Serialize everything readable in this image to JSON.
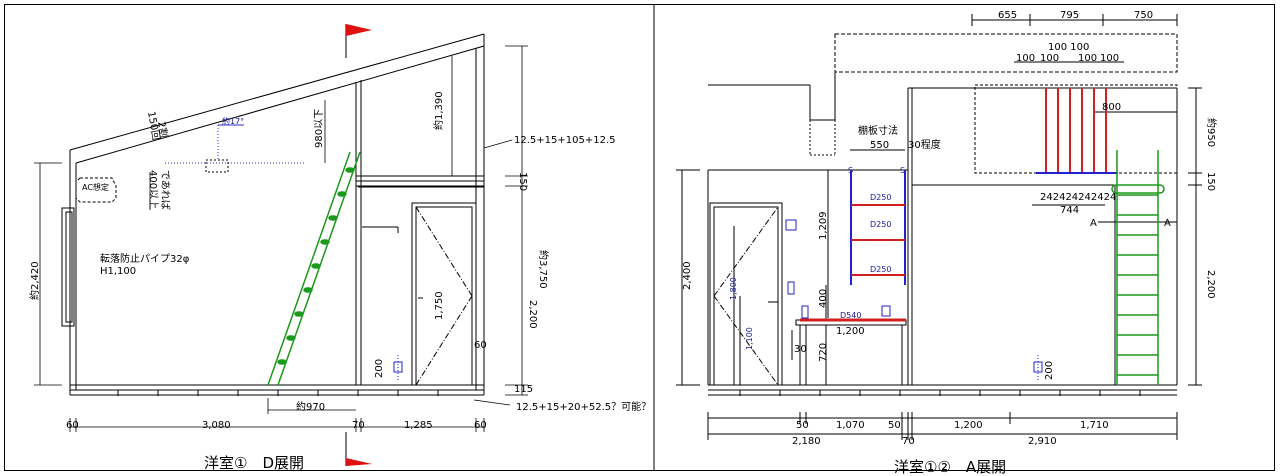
{
  "left_drawing": {
    "title": "洋室①　D展開",
    "dims": {
      "bottom_60a": "60",
      "bottom_3080": "3,080",
      "bottom_70": "70",
      "bottom_1285": "1,285",
      "bottom_60b": "60",
      "approx_970": "約970",
      "height_2420": "約2,420",
      "height_3750": "約3,750",
      "height_1390": "約1,390",
      "height_2200": "2,200",
      "height_150": "150",
      "height_115": "115",
      "height_60": "60",
      "door_1750": "1,750",
      "slope_150": "150回",
      "slope_under": "980以下",
      "angle": "約17°",
      "small_200": "200"
    },
    "notes": {
      "ac": "AC想定",
      "over400": "400以上",
      "if": "であれば",
      "pipe": "転落防止パイプ32φ",
      "pipe_h": "H1,100",
      "wall_top": "12.5+15+105+12.5",
      "wall_bottom": "12.5+15+20+52.5？可能？",
      "slope_note": "2割"
    }
  },
  "right_drawing": {
    "title": "洋室①②　A展開",
    "dims": {
      "top_655": "655",
      "top_795": "795",
      "top_750": "750",
      "r_100_100": "100 100",
      "r_100": "100",
      "r_100b": "100",
      "r_100c": "100",
      "r_100d": "100",
      "w_800": "800",
      "w_744": "744",
      "h_950": "約950",
      "h_150": "150",
      "h_2200": "2,200",
      "h_2400": "2,400",
      "h_1209": "1,209",
      "h_400": "400",
      "h_720": "720",
      "h_30": "30",
      "shelf_550": "550",
      "shelf_30": "30程度",
      "shelf_label": "棚板寸法",
      "d250a": "D250",
      "d250b": "D250",
      "d250c": "D250",
      "d540": "D540",
      "desk_1200": "1,200",
      "door_1800": "1,800",
      "door_1100": "1,100",
      "small_200": "200",
      "section_a": "A",
      "section_a2": "A",
      "b_50": "50",
      "b_1070": "1,070",
      "b_50b": "50",
      "b_1200": "1,200",
      "b_1710": "1,710",
      "b_2180": "2,180",
      "b_70": "70",
      "b_2910": "2,910",
      "rail_24": "242424242424",
      "s_label": "S",
      "s_label2": "S"
    }
  },
  "colors": {
    "ladder": "#1a9a1a",
    "rail": "#d02020",
    "shelf_post": "#2222cc",
    "flag": "#e01010",
    "line": "#000000"
  }
}
